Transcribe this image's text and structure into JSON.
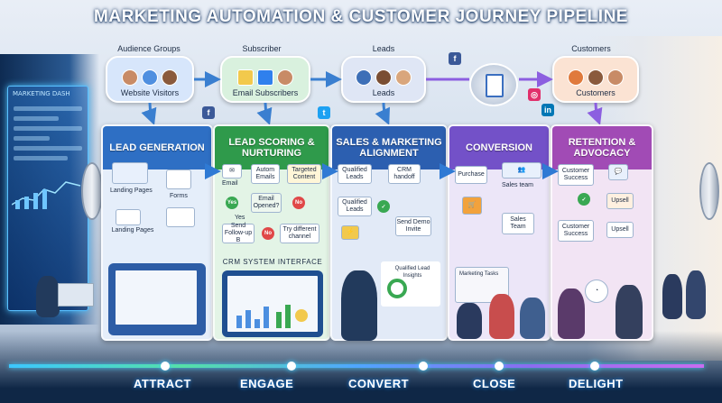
{
  "title": "MARKETING AUTOMATION & CUSTOMER JOURNEY PIPELINE",
  "left_screen_label": "MARKETING DASH",
  "audience": [
    {
      "label": "Audience Groups",
      "caption": "Website Visitors",
      "color": "#d7e6fb"
    },
    {
      "label": "Subscriber",
      "caption": "Email Subscribers",
      "color": "#d9f1de"
    },
    {
      "label": "Leads",
      "caption": "Leads",
      "color": "#dfe6f5"
    },
    {
      "label": "Customers",
      "caption": "Customers",
      "color": "#fbe3d3"
    }
  ],
  "social_icons": [
    "facebook-icon",
    "twitter-icon",
    "instagram-icon",
    "linkedin-icon"
  ],
  "stages": [
    {
      "title": "LEAD GENERATION",
      "color": "#2e6fc4"
    },
    {
      "title": "LEAD SCORING & NURTURING",
      "color": "#2f9a4b"
    },
    {
      "title": "SALES & MARKETING ALIGNMENT",
      "color": "#2c5fb0"
    },
    {
      "title": "CONVERSION",
      "color": "#7351c8"
    },
    {
      "title": "RETENTION & ADVOCACY",
      "color": "#a14bb5"
    }
  ],
  "lead_gen": {
    "landing_pages_1": "Landing Pages",
    "forms": "Forms",
    "landing_pages_2": "Landing Pages"
  },
  "nurture": {
    "email": "Email",
    "autom_emails": "Autom Emails",
    "targeted_content": "Targeted Content",
    "email_opened": "Email Opened?",
    "yes1": "Yes",
    "yes2": "Yes",
    "no1": "No",
    "no2": "No",
    "send_followup": "Send Follow-up B",
    "try_different": "Try different channel"
  },
  "alignment": {
    "qualified_leads_1": "Qualified Leads",
    "crm_handoff": "CRM handoff",
    "qualified_leads_2": "Qualified Leads",
    "send_demo": "Send Demo Invite"
  },
  "conversion": {
    "purchase": "Purchase",
    "sales_team_1": "Sales team",
    "sales_team_2": "Sales Team"
  },
  "retention": {
    "customer_success_1": "Customer Success",
    "upsell_1": "Upsell",
    "customer_success_2": "Customer Success",
    "upsell_2": "Upsell"
  },
  "crm_title": "CRM SYSTEM INTERFACE",
  "qualified_insights": "Qualified Lead Insights",
  "marketing_tasks": "Marketing Tasks",
  "journey": [
    "ATTRACT",
    "ENGAGE",
    "CONVERT",
    "CLOSE",
    "DELIGHT"
  ]
}
